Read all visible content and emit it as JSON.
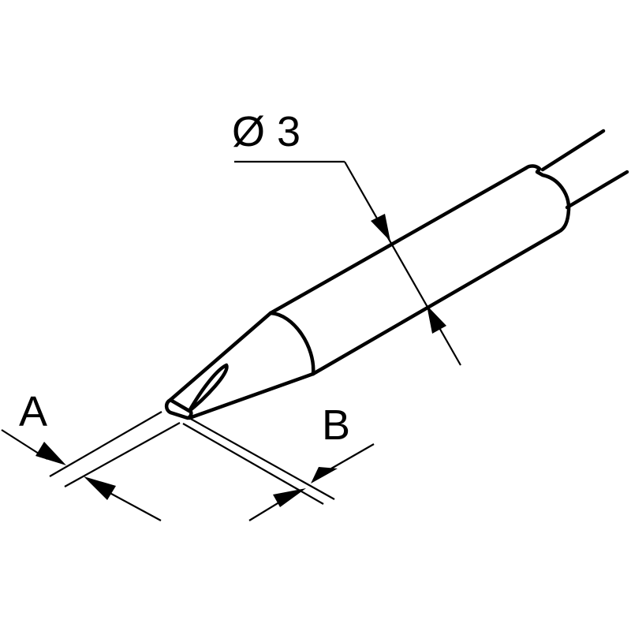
{
  "labels": {
    "diameter": "Ø 3",
    "dimension_a": "A",
    "dimension_b": "B"
  },
  "colors": {
    "line": "#000000",
    "background": "#ffffff"
  }
}
